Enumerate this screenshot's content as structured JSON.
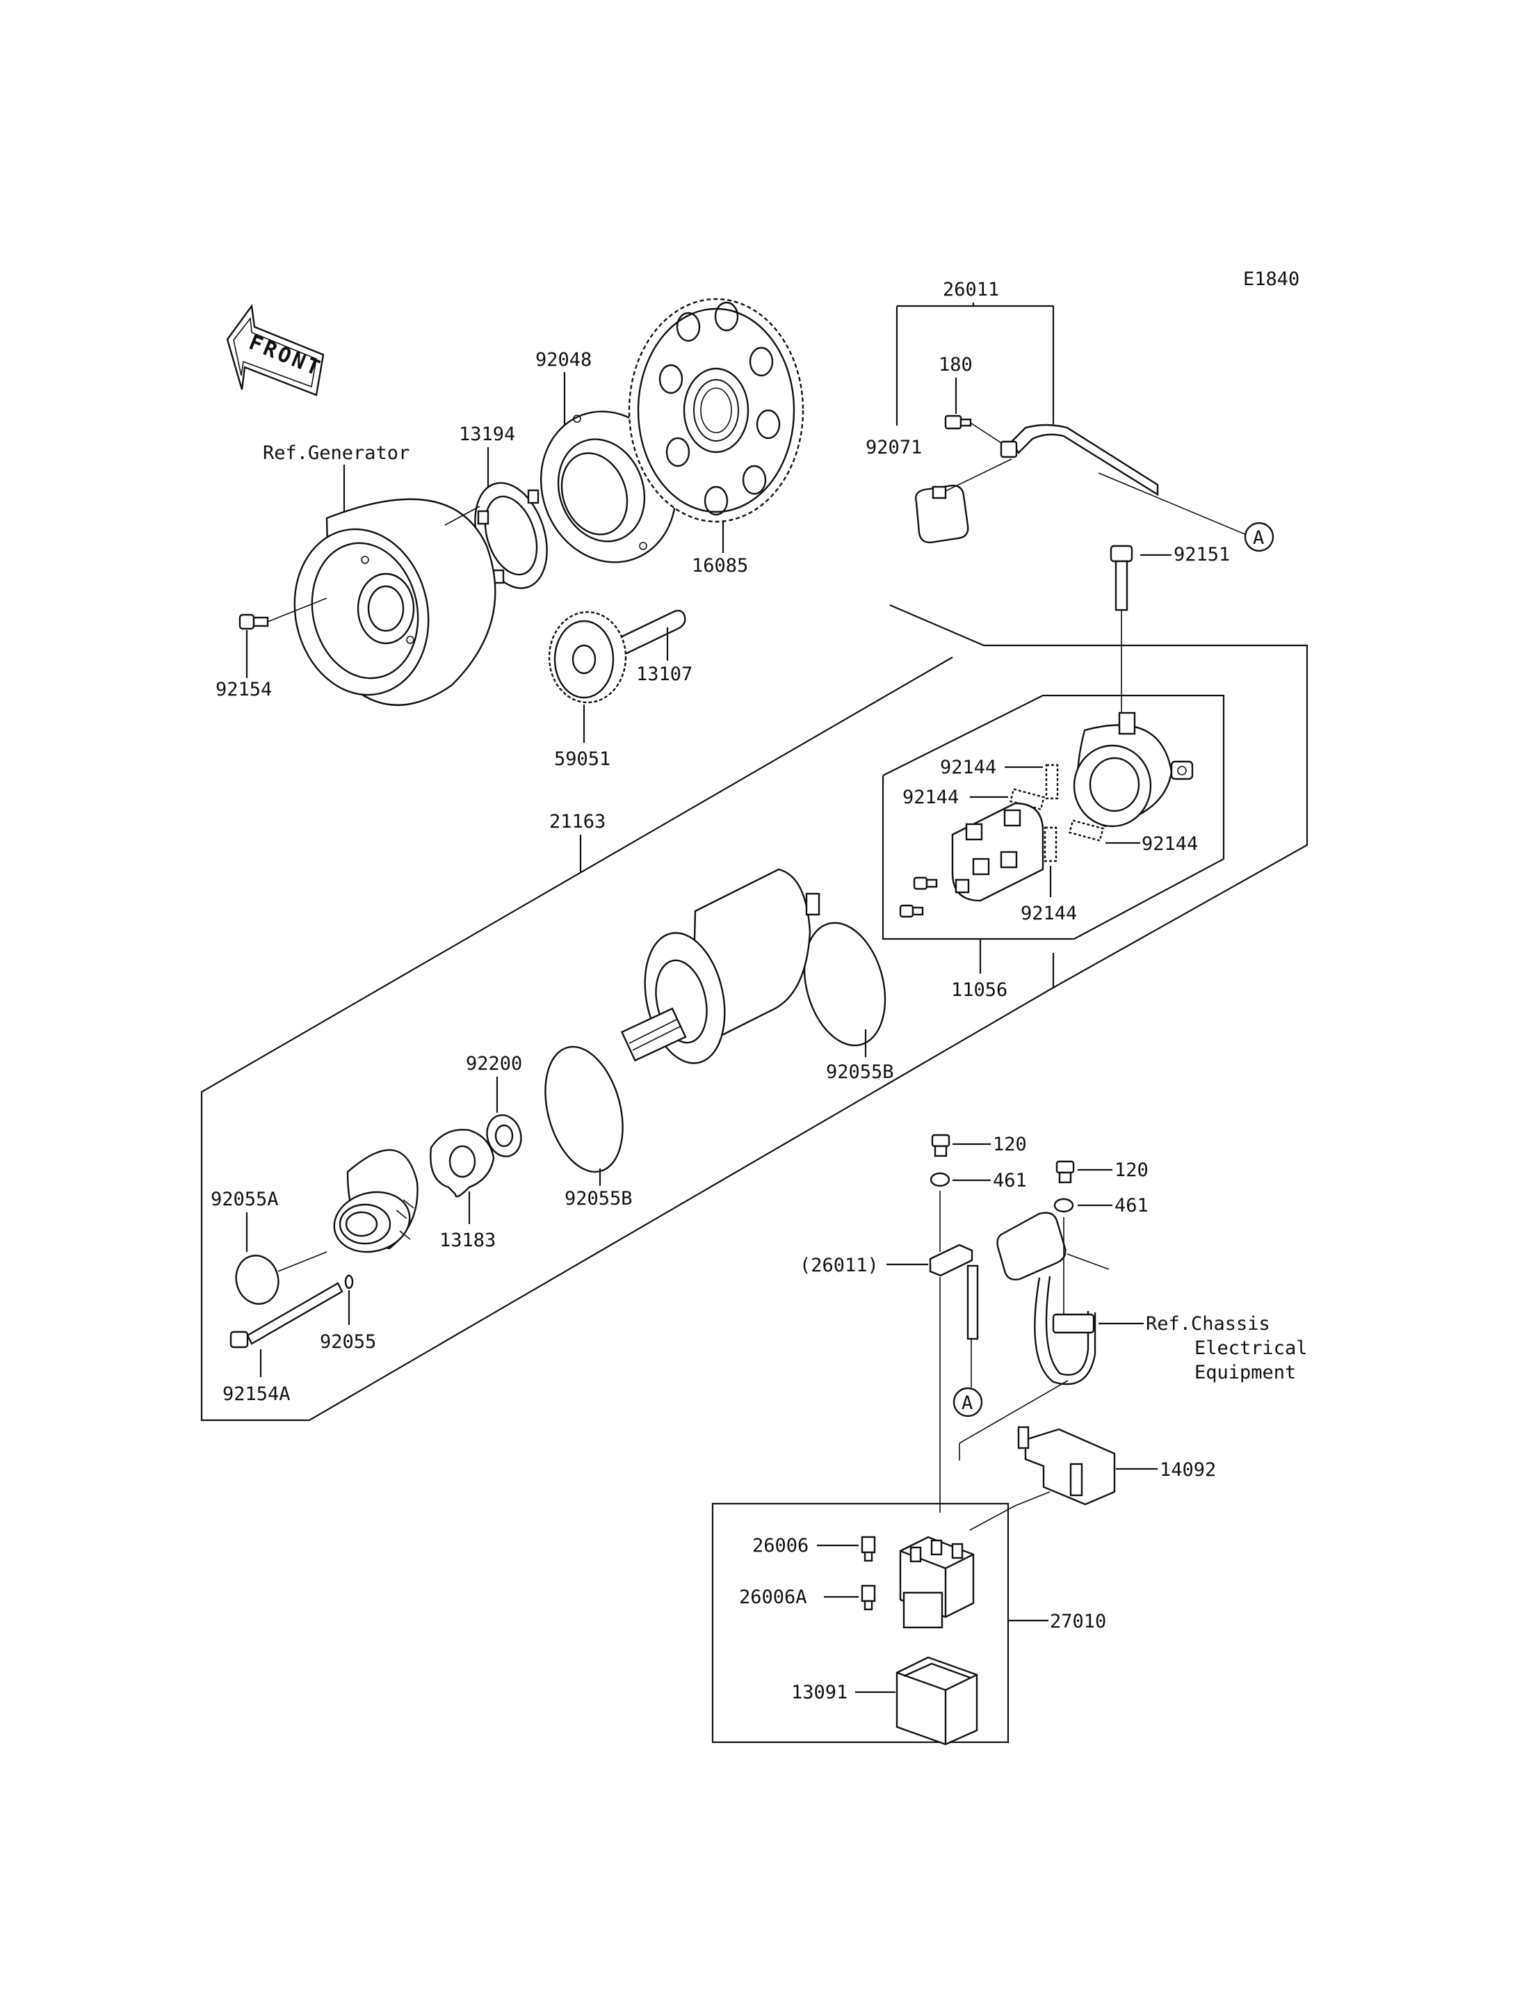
{
  "diagram": {
    "code": "E1840",
    "front_label": "FRONT",
    "parts": [
      {
        "id": "p26011",
        "label": "26011"
      },
      {
        "id": "p180",
        "label": "180"
      },
      {
        "id": "p92071",
        "label": "92071"
      },
      {
        "id": "p92151",
        "label": "92151"
      },
      {
        "id": "p92048",
        "label": "92048"
      },
      {
        "id": "p13194",
        "label": "13194"
      },
      {
        "id": "p16085",
        "label": "16085"
      },
      {
        "id": "refgen",
        "label": "Ref.Generator"
      },
      {
        "id": "p92154",
        "label": "92154"
      },
      {
        "id": "p13107",
        "label": "13107"
      },
      {
        "id": "p59051",
        "label": "59051"
      },
      {
        "id": "p21163",
        "label": "21163"
      },
      {
        "id": "p92144a",
        "label": "92144"
      },
      {
        "id": "p92144b",
        "label": "92144"
      },
      {
        "id": "p92144c",
        "label": "92144"
      },
      {
        "id": "p92144d",
        "label": "92144"
      },
      {
        "id": "p11056",
        "label": "11056"
      },
      {
        "id": "p92055Bt",
        "label": "92055B"
      },
      {
        "id": "p92200",
        "label": "92200"
      },
      {
        "id": "p92055Bb",
        "label": "92055B"
      },
      {
        "id": "p92055A",
        "label": "92055A"
      },
      {
        "id": "p13183",
        "label": "13183"
      },
      {
        "id": "p92055",
        "label": "92055"
      },
      {
        "id": "p92154A",
        "label": "92154A"
      },
      {
        "id": "p120a",
        "label": "120"
      },
      {
        "id": "p461a",
        "label": "461"
      },
      {
        "id": "p120b",
        "label": "120"
      },
      {
        "id": "p461b",
        "label": "461"
      },
      {
        "id": "p26011r",
        "label": "(26011)"
      },
      {
        "id": "p14092",
        "label": "14092"
      },
      {
        "id": "p26006",
        "label": "26006"
      },
      {
        "id": "p26006A",
        "label": "26006A"
      },
      {
        "id": "p27010",
        "label": "27010"
      },
      {
        "id": "p13091",
        "label": "13091"
      }
    ],
    "ref_chassis": [
      "Ref.Chassis",
      "Electrical",
      "Equipment"
    ],
    "callout": "A"
  }
}
